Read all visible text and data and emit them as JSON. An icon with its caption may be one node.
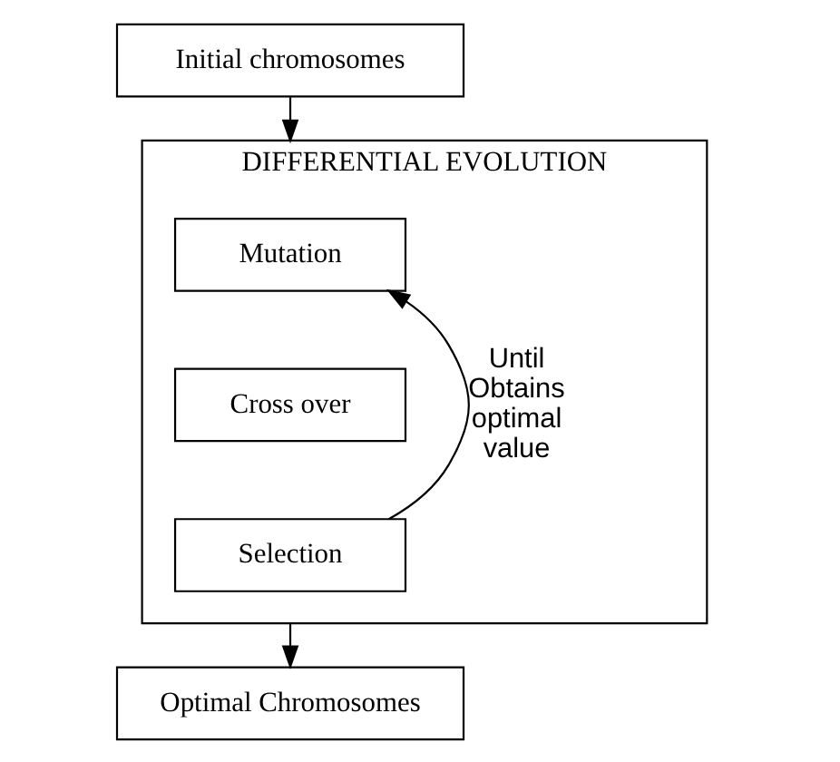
{
  "diagram": {
    "nodes": [
      {
        "text": [
          "Initial chromosomes"
        ]
      },
      {
        "text": [
          "DIFFERENTIAL EVOLUTION"
        ]
      },
      {
        "text": [
          "Mutation"
        ],
        "in": 1
      },
      {
        "text": [
          "Cross over"
        ],
        "in": 1
      },
      {
        "text": [
          "Selection"
        ],
        "in": 1
      },
      {
        "text": [
          "Optimal Chromosomes"
        ]
      }
    ],
    "edges": [
      {
        "from": 0,
        "to": 1,
        "arrow": "to"
      },
      {
        "from": 4,
        "to": 1,
        "arrow": "to",
        "label": "Until Obtains optimal value"
      },
      {
        "from": 1,
        "to": 5,
        "arrow": "to"
      }
    ]
  }
}
